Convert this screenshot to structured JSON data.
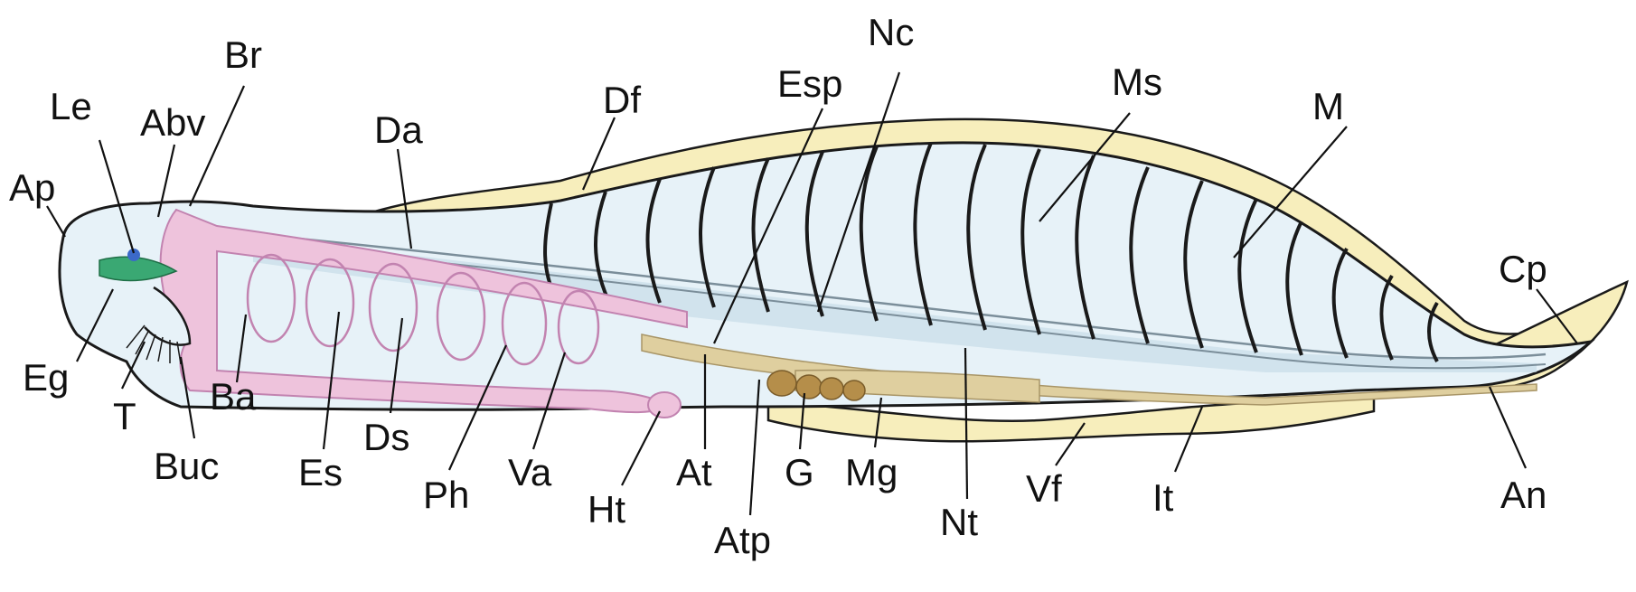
{
  "diagram": {
    "colors": {
      "fin": "#f7eebc",
      "body": "#e7f2f8",
      "body_dark": "#bfd7e4",
      "pharynx": "#eec3dc",
      "pharynx_edge": "#c283b0",
      "gut": "#dfcf9f",
      "gonad": "#b58e4a",
      "green": "#3aa873",
      "outline": "#1a1a1a"
    },
    "labels": {
      "Ap": "Ap",
      "Le": "Le",
      "Abv": "Abv",
      "Br": "Br",
      "Da": "Da",
      "Df": "Df",
      "Esp": "Esp",
      "Nc": "Nc",
      "Ms": "Ms",
      "M": "M",
      "Cp": "Cp",
      "Eg": "Eg",
      "T": "T",
      "Buc": "Buc",
      "Ba": "Ba",
      "Es": "Es",
      "Ds": "Ds",
      "Ph": "Ph",
      "Va": "Va",
      "Ht": "Ht",
      "At": "At",
      "Atp": "Atp",
      "G": "G",
      "Mg": "Mg",
      "Nt": "Nt",
      "Vf": "Vf",
      "It": "It",
      "An": "An"
    }
  }
}
